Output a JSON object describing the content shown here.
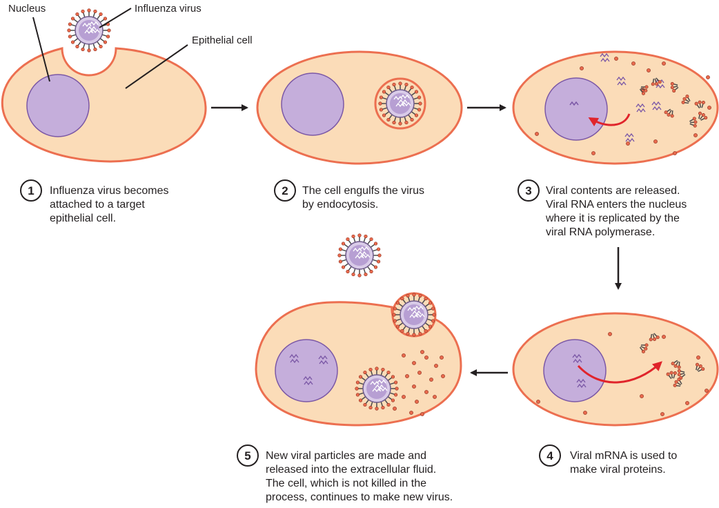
{
  "labels": {
    "nucleus": "Nucleus",
    "influenza_virus": "Influenza virus",
    "epithelial_cell": "Epithelial cell"
  },
  "steps": [
    {
      "number": "1",
      "lines": [
        "Influenza virus becomes",
        "attached to a target",
        "epithelial cell."
      ]
    },
    {
      "number": "2",
      "lines": [
        "The cell engulfs the virus",
        "by endocytosis."
      ]
    },
    {
      "number": "3",
      "lines": [
        "Viral contents are released.",
        "Viral RNA enters the nucleus",
        "where it is replicated by the",
        "viral RNA polymerase."
      ]
    },
    {
      "number": "4",
      "lines": [
        "Viral mRNA is used to",
        "make viral proteins."
      ]
    },
    {
      "number": "5",
      "lines": [
        "New viral particles are made and",
        "released into the extracellular fluid.",
        "The cell, which is not killed in the",
        "process, continues to make new virus."
      ]
    }
  ],
  "colors": {
    "cell_fill": "#fbdcb8",
    "cell_stroke": "#ec6f50",
    "nucleus_fill": "#c5aedb",
    "nucleus_stroke": "#7b58a6",
    "rna": "#7b58a6",
    "red_arrow": "#e0242b",
    "protein_dot": "#e86a4d"
  }
}
